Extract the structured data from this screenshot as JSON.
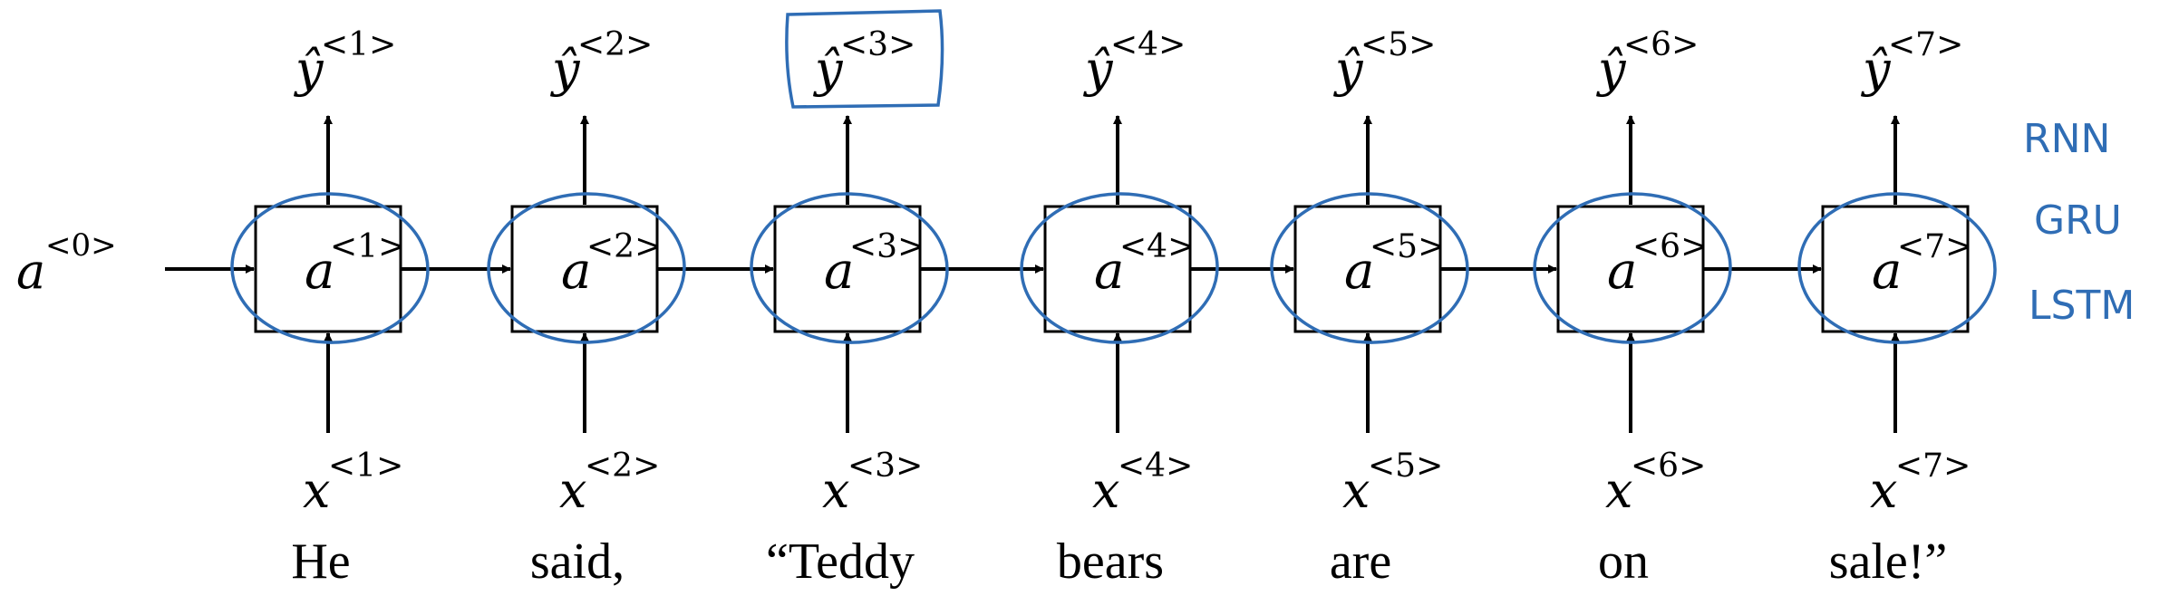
{
  "initial_activation": {
    "base": "a",
    "superscript": "<0>"
  },
  "cells": [
    {
      "activation": {
        "base": "a",
        "superscript": "<1>"
      },
      "output": {
        "base": "ŷ",
        "superscript": "<1>"
      },
      "input": {
        "base": "x",
        "superscript": "<1>"
      },
      "word": "He"
    },
    {
      "activation": {
        "base": "a",
        "superscript": "<2>"
      },
      "output": {
        "base": "ŷ",
        "superscript": "<2>"
      },
      "input": {
        "base": "x",
        "superscript": "<2>"
      },
      "word": "said,"
    },
    {
      "activation": {
        "base": "a",
        "superscript": "<3>"
      },
      "output": {
        "base": "ŷ",
        "superscript": "<3>"
      },
      "input": {
        "base": "x",
        "superscript": "<3>"
      },
      "word": "“Teddy"
    },
    {
      "activation": {
        "base": "a",
        "superscript": "<4>"
      },
      "output": {
        "base": "ŷ",
        "superscript": "<4>"
      },
      "input": {
        "base": "x",
        "superscript": "<4>"
      },
      "word": "bears"
    },
    {
      "activation": {
        "base": "a",
        "superscript": "<5>"
      },
      "output": {
        "base": "ŷ",
        "superscript": "<5>"
      },
      "input": {
        "base": "x",
        "superscript": "<5>"
      },
      "word": "are"
    },
    {
      "activation": {
        "base": "a",
        "superscript": "<6>"
      },
      "output": {
        "base": "ŷ",
        "superscript": "<6>"
      },
      "input": {
        "base": "x",
        "superscript": "<6>"
      },
      "word": "on"
    },
    {
      "activation": {
        "base": "a",
        "superscript": "<7>"
      },
      "output": {
        "base": "ŷ",
        "superscript": "<7>"
      },
      "input": {
        "base": "x",
        "superscript": "<7>"
      },
      "word": "sale!”"
    }
  ],
  "annotations": {
    "ink_color": "#2f6db5",
    "highlighted_output_index": 3,
    "notes": [
      "RNN",
      "GRU",
      "LSTM"
    ]
  }
}
